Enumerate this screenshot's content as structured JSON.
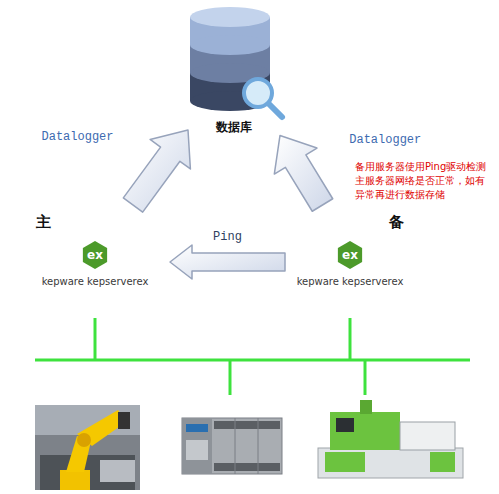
{
  "diagram": {
    "nodes": [
      {
        "text": [
          "数据库"
        ]
      },
      {
        "text": [
          "主",
          "ex",
          "kepware kepserverex"
        ]
      },
      {
        "text": [
          "备",
          "ex",
          "kepware kepserverex"
        ]
      }
    ],
    "edges": [
      {
        "from": 1,
        "to": 0,
        "arrow": "to",
        "label": "Datalogger"
      },
      {
        "from": 2,
        "to": 0,
        "arrow": "to",
        "label": "Datalogger"
      },
      {
        "from": 2,
        "to": 1,
        "arrow": "to",
        "label": "Ping"
      }
    ],
    "labels": [
      "备用服务器使用Ping驱动检测主服务器网络是否正常，如有异常再进行数据存储"
    ]
  }
}
